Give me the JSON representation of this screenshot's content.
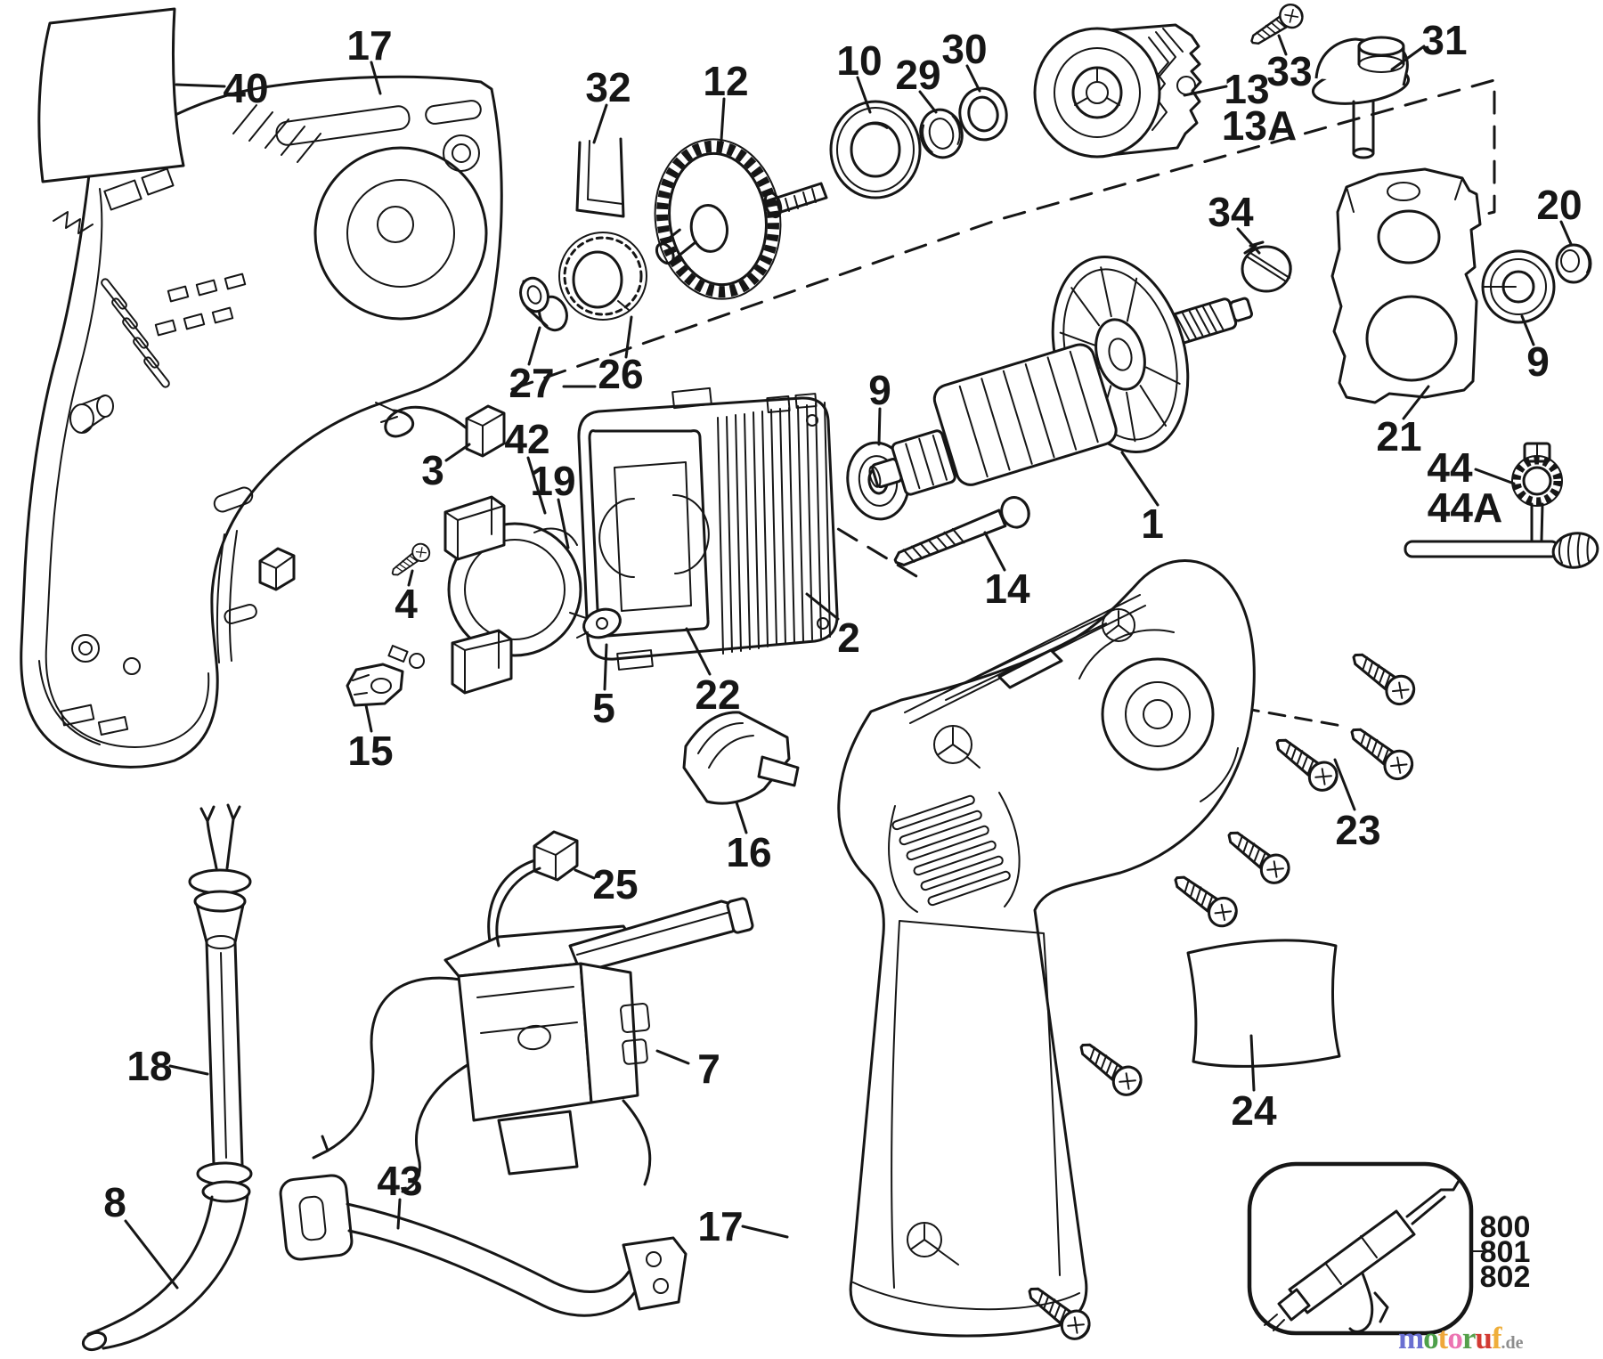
{
  "colors": {
    "ink": "#161616",
    "background": "#ffffff"
  },
  "callouts": [
    "40",
    "17",
    "32",
    "12",
    "10",
    "29",
    "30",
    "13",
    "13A",
    "33",
    "31",
    "34",
    "20",
    "9",
    "21",
    "26",
    "27",
    "3",
    "42",
    "19",
    "9",
    "1",
    "14",
    "44",
    "44A",
    "4",
    "2",
    "22",
    "5",
    "15",
    "16",
    "25",
    "7",
    "18",
    "8",
    "43",
    "17",
    "23",
    "24",
    "800",
    "801",
    "802"
  ],
  "watermark": {
    "letters": [
      {
        "ch": "m",
        "color": "#6a6fd1"
      },
      {
        "ch": "o",
        "color": "#4da04a"
      },
      {
        "ch": "t",
        "color": "#efa73a"
      },
      {
        "ch": "o",
        "color": "#ec74b2"
      },
      {
        "ch": "r",
        "color": "#55a04b"
      },
      {
        "ch": "u",
        "color": "#d23b33"
      },
      {
        "ch": "f",
        "color": "#efae3a"
      }
    ],
    "suffix": ".de",
    "suffix_color": "#8d8d8d"
  }
}
